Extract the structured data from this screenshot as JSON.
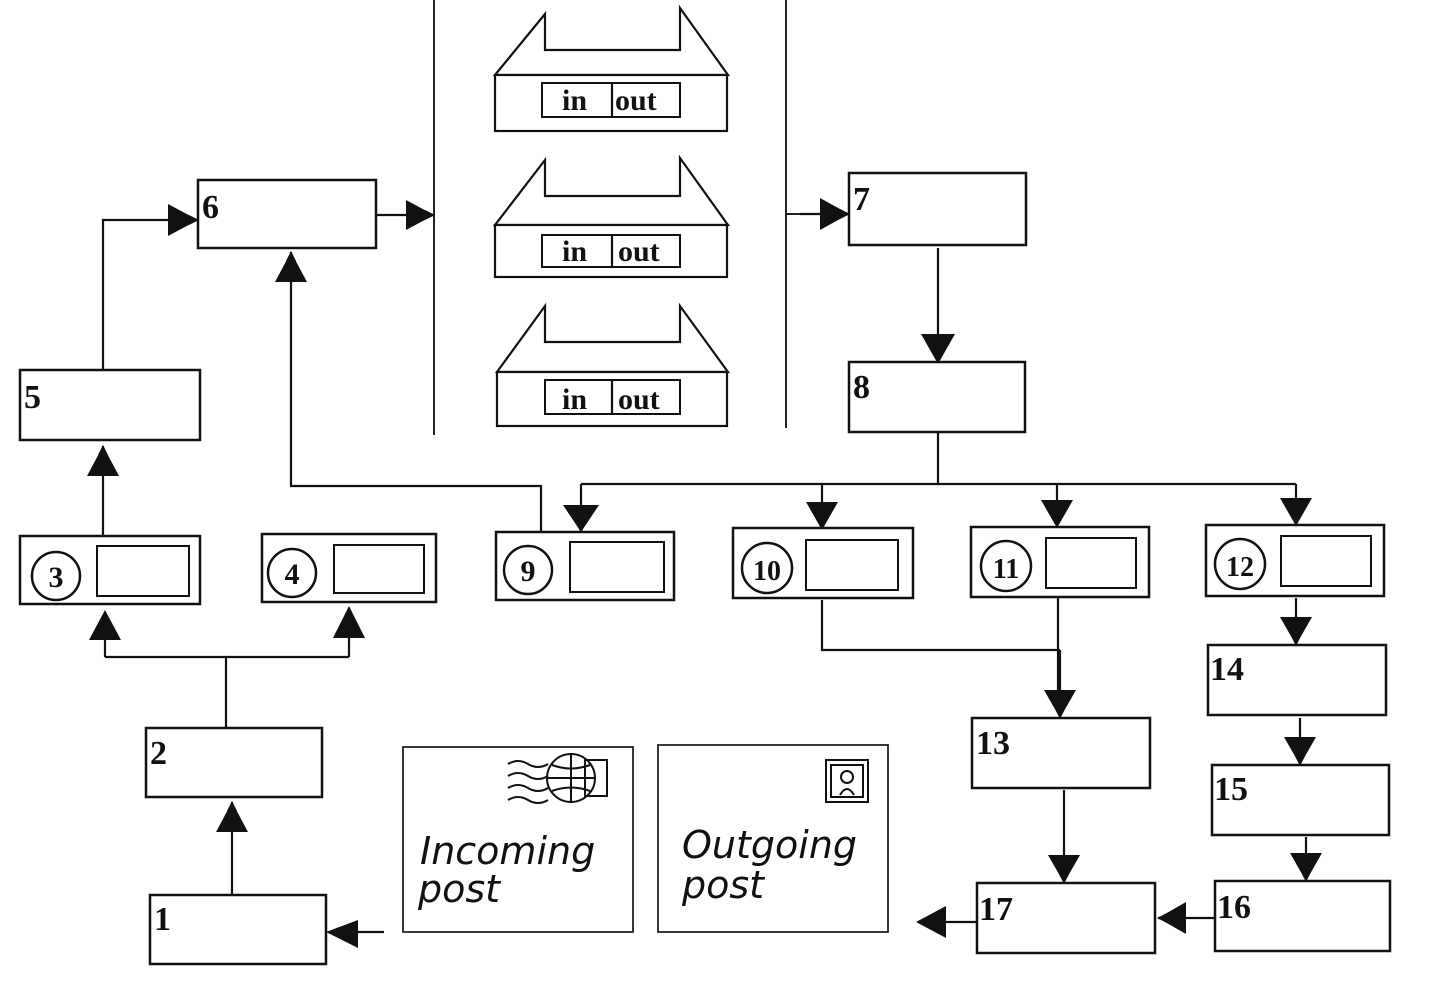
{
  "diagram": {
    "boxes": [
      {
        "id": "1",
        "label": "1"
      },
      {
        "id": "2",
        "label": "2"
      },
      {
        "id": "5",
        "label": "5"
      },
      {
        "id": "6",
        "label": "6"
      },
      {
        "id": "7",
        "label": "7"
      },
      {
        "id": "8",
        "label": "8"
      },
      {
        "id": "13",
        "label": "13"
      },
      {
        "id": "14",
        "label": "14"
      },
      {
        "id": "15",
        "label": "15"
      },
      {
        "id": "16",
        "label": "16"
      },
      {
        "id": "17",
        "label": "17"
      }
    ],
    "circled_boxes": [
      {
        "id": "3",
        "label": "3"
      },
      {
        "id": "4",
        "label": "4"
      },
      {
        "id": "9",
        "label": "9"
      },
      {
        "id": "10",
        "label": "10"
      },
      {
        "id": "11",
        "label": "11"
      },
      {
        "id": "12",
        "label": "12"
      }
    ],
    "trays": [
      {
        "in_label": "in",
        "out_label": "out"
      },
      {
        "in_label": "in",
        "out_label": "out"
      },
      {
        "in_label": "in",
        "out_label": "out"
      }
    ],
    "envelopes": {
      "incoming": {
        "line1": "Incoming",
        "line2": "post",
        "stamp_icon": "postmark-icon"
      },
      "outgoing": {
        "line1": "Outgoing",
        "line2": "post",
        "stamp_icon": "stamp-icon"
      }
    },
    "colors": {
      "ink": "#111111",
      "paper": "#ffffff"
    }
  }
}
